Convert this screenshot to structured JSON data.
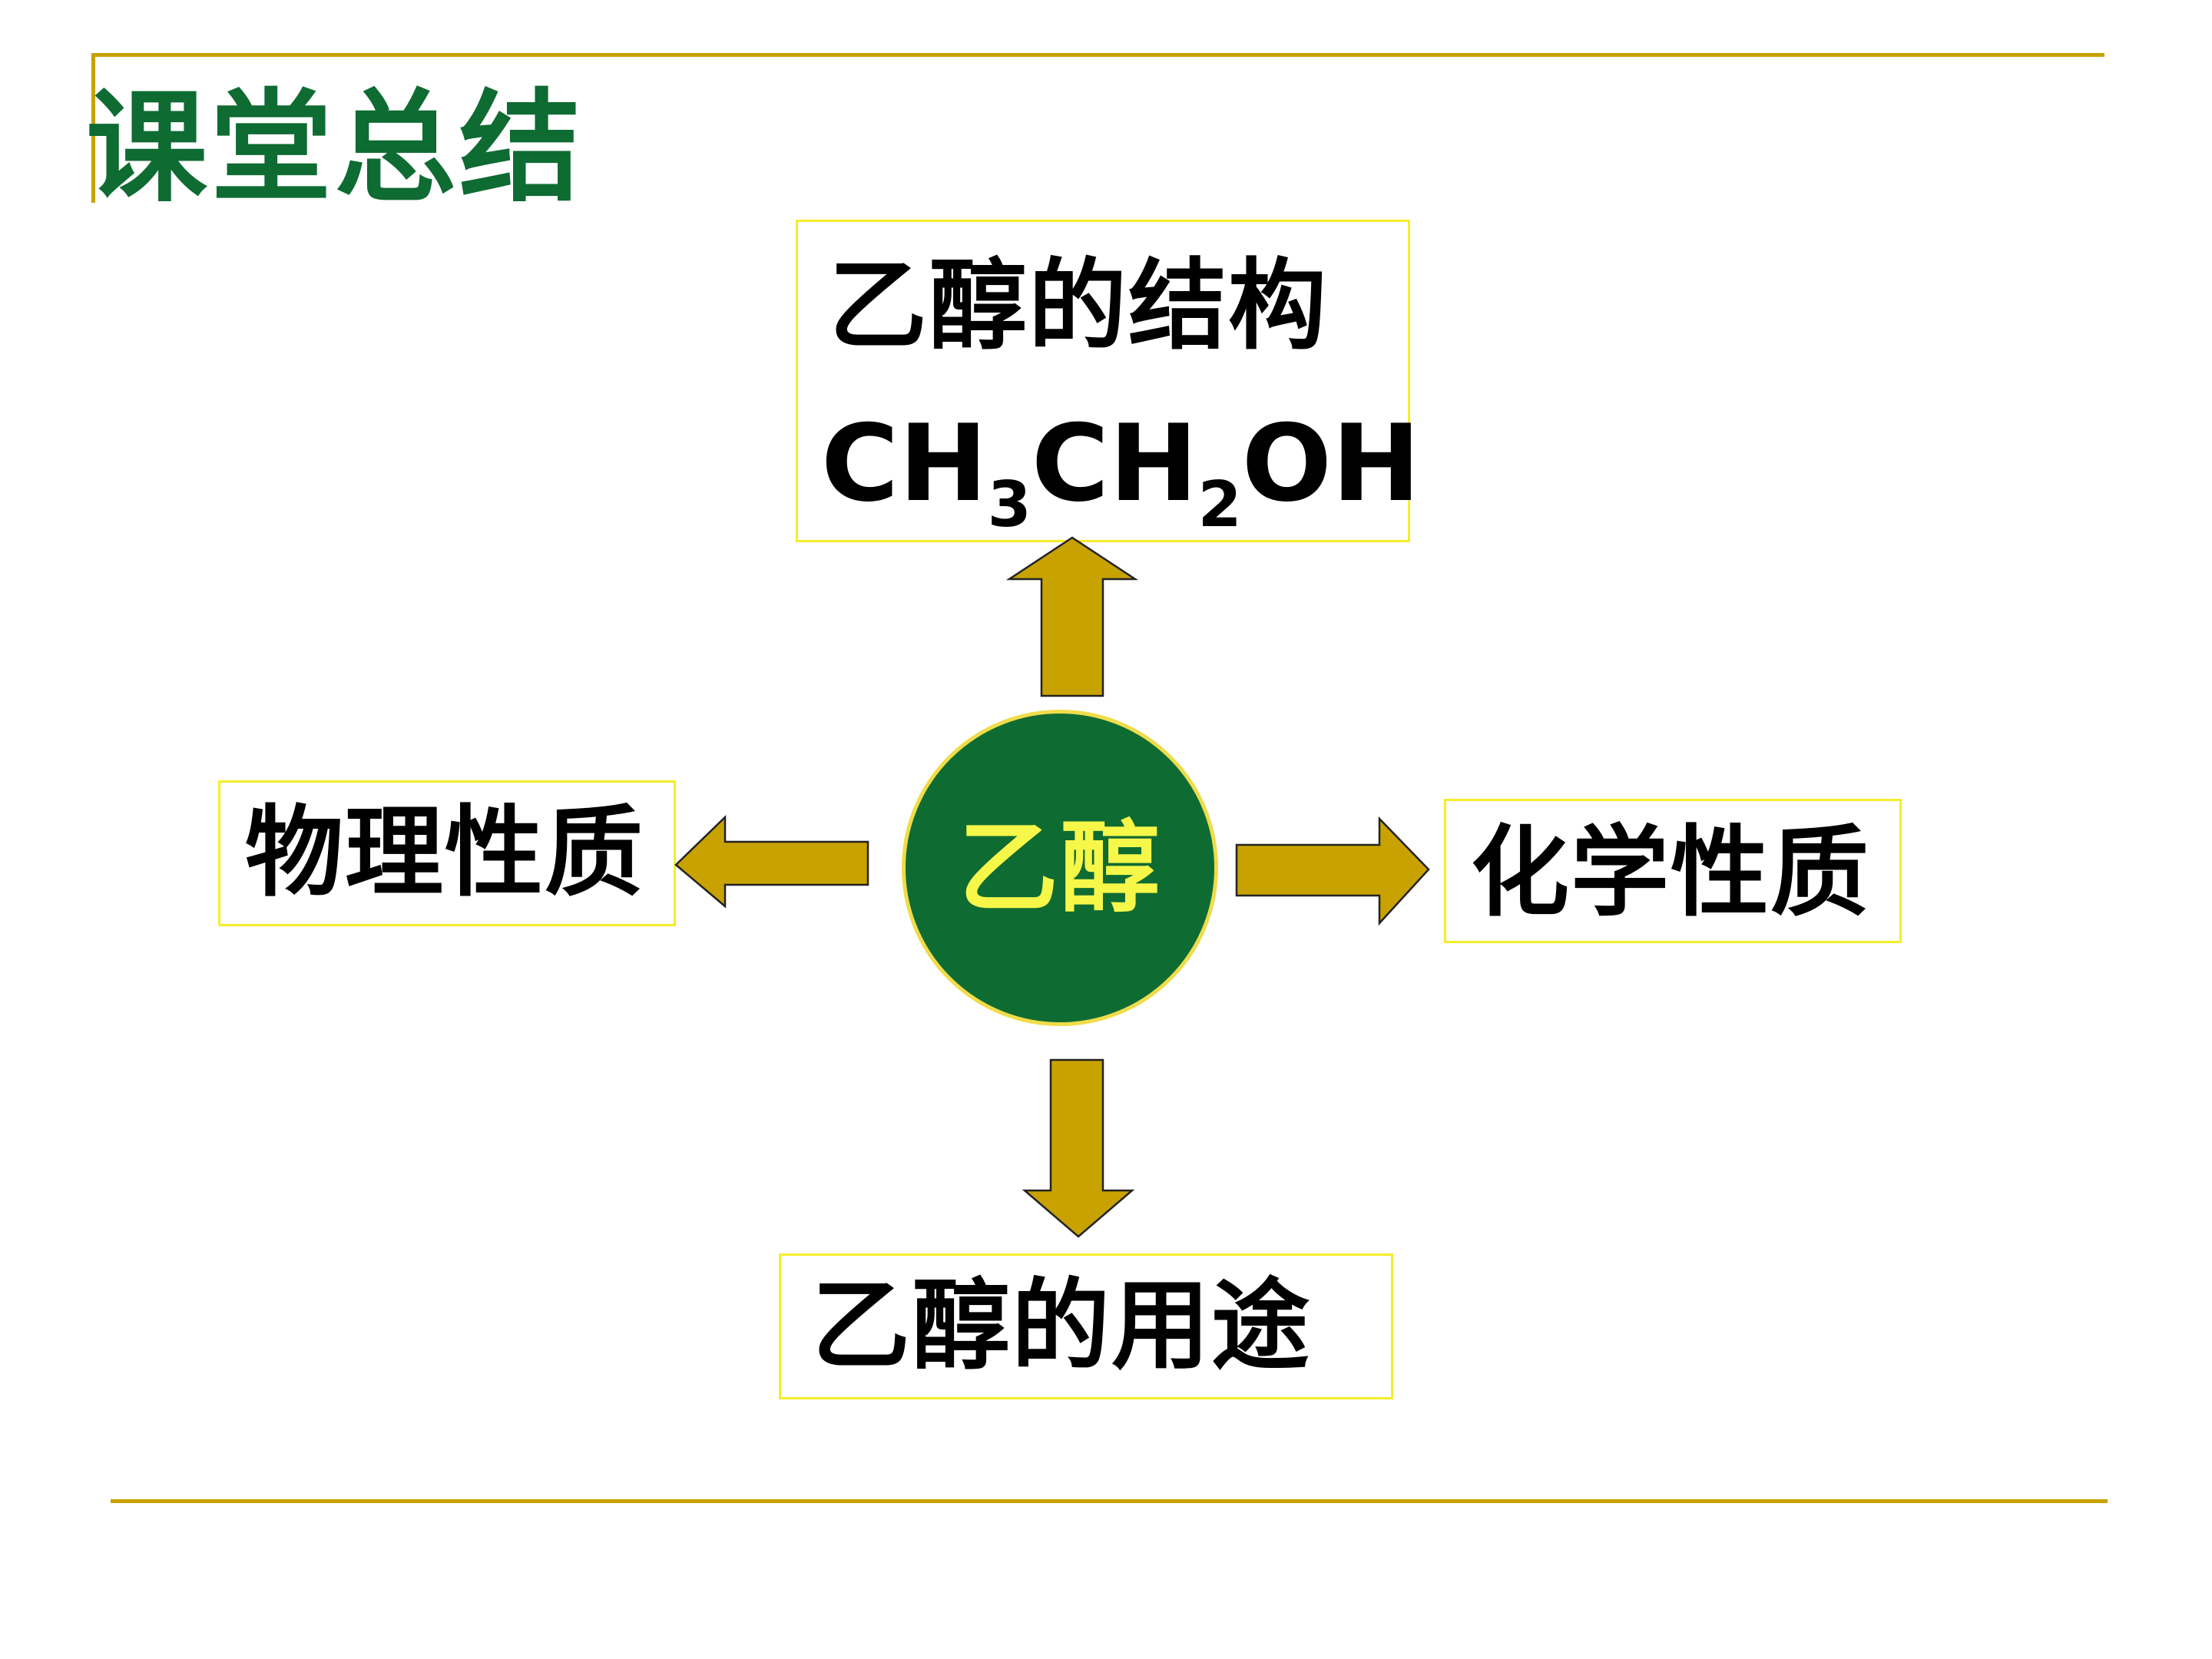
{
  "title": "课堂总结",
  "center": {
    "label": "乙醇"
  },
  "nodes": {
    "structure": {
      "label": "乙醇的结构",
      "formula": {
        "p1": "CH",
        "s1": "3",
        "p2": "CH",
        "s2": "2",
        "p3": "OH"
      }
    },
    "physical": {
      "label": "物理性质"
    },
    "chemical": {
      "label": "化学性质"
    },
    "uses": {
      "label": "乙醇的用途"
    }
  },
  "colors": {
    "accent_gold": "#c8a200",
    "title_green": "#0e6b32",
    "center_fill": "#0e6b32",
    "center_text": "#f7f74a",
    "box_border": "#f5ee2a"
  }
}
